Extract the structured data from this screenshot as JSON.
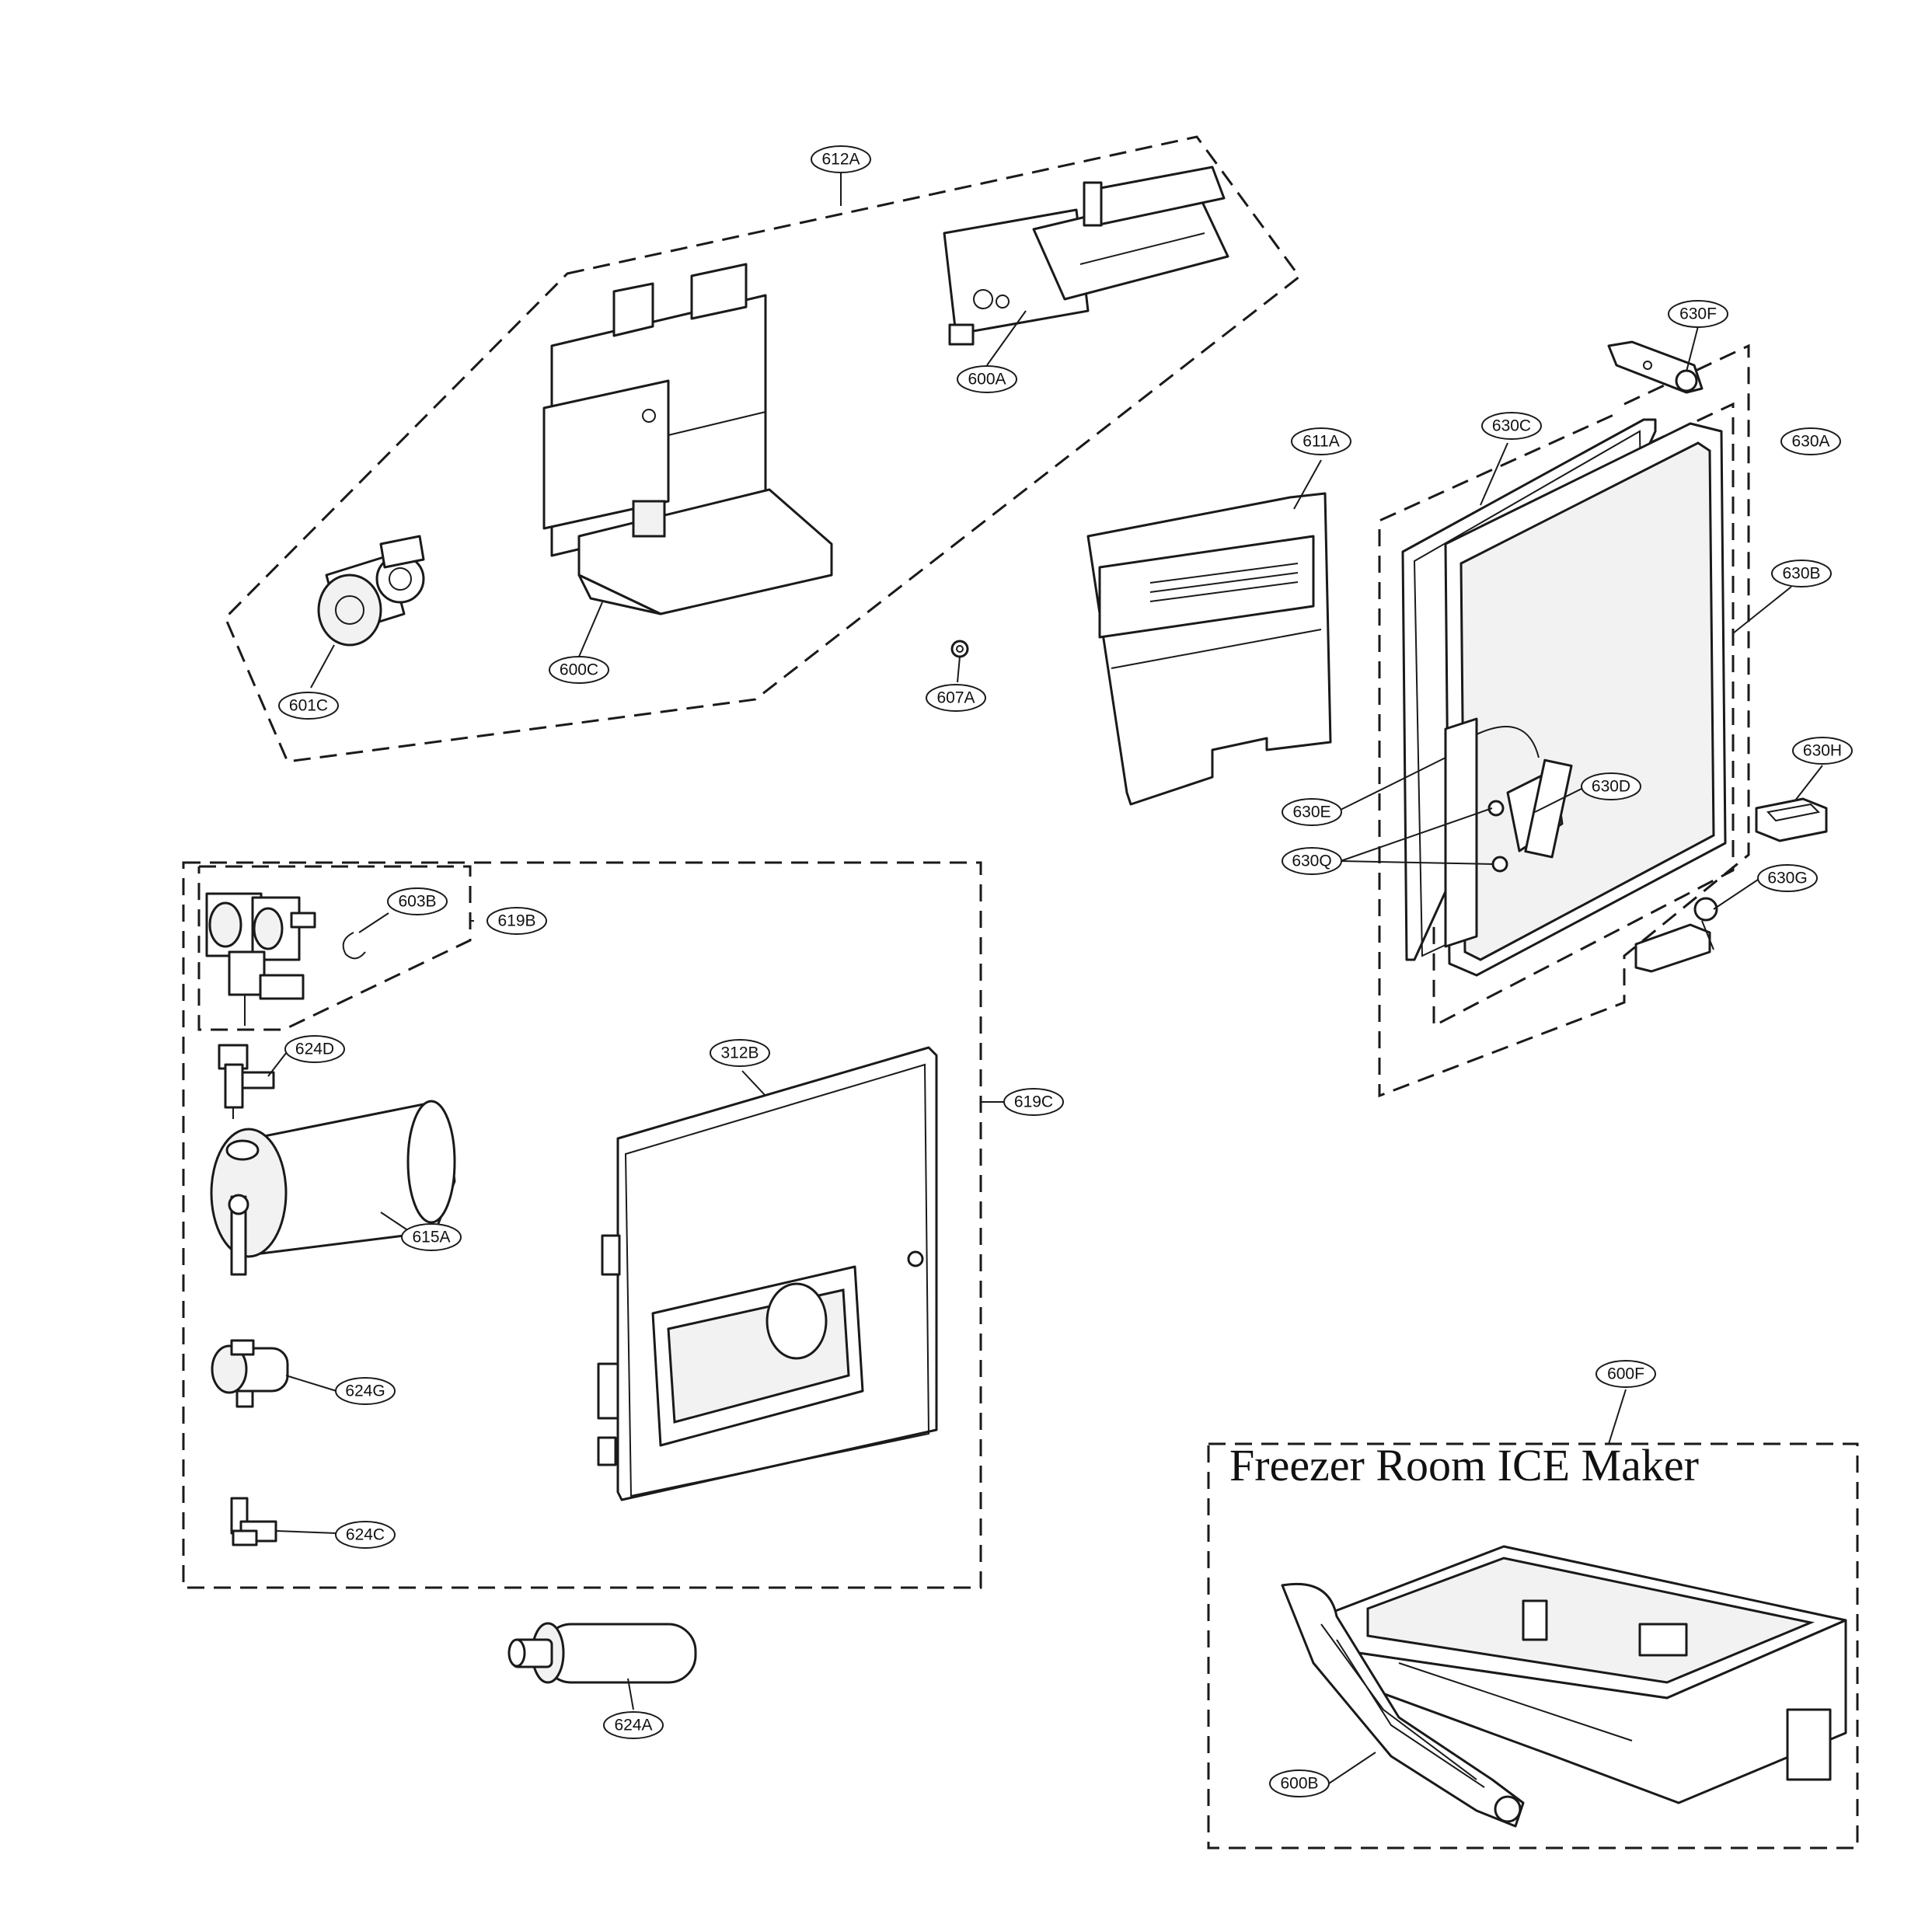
{
  "diagram_title": "Freezer Room ICE Maker",
  "callouts": {
    "c612A": "612A",
    "c600A": "600A",
    "c600C": "600C",
    "c601C": "601C",
    "c607A": "607A",
    "c611A": "611A",
    "c630C": "630C",
    "c630F": "630F",
    "c630A": "630A",
    "c630B": "630B",
    "c630E": "630E",
    "c630D": "630D",
    "c630Q": "630Q",
    "c630H": "630H",
    "c630G": "630G",
    "c603B": "603B",
    "c619B": "619B",
    "c624D": "624D",
    "c312B": "312B",
    "c619C": "619C",
    "c615A": "615A",
    "c624G": "624G",
    "c624C": "624C",
    "c624A": "624A",
    "c600F": "600F",
    "c600B": "600B"
  }
}
